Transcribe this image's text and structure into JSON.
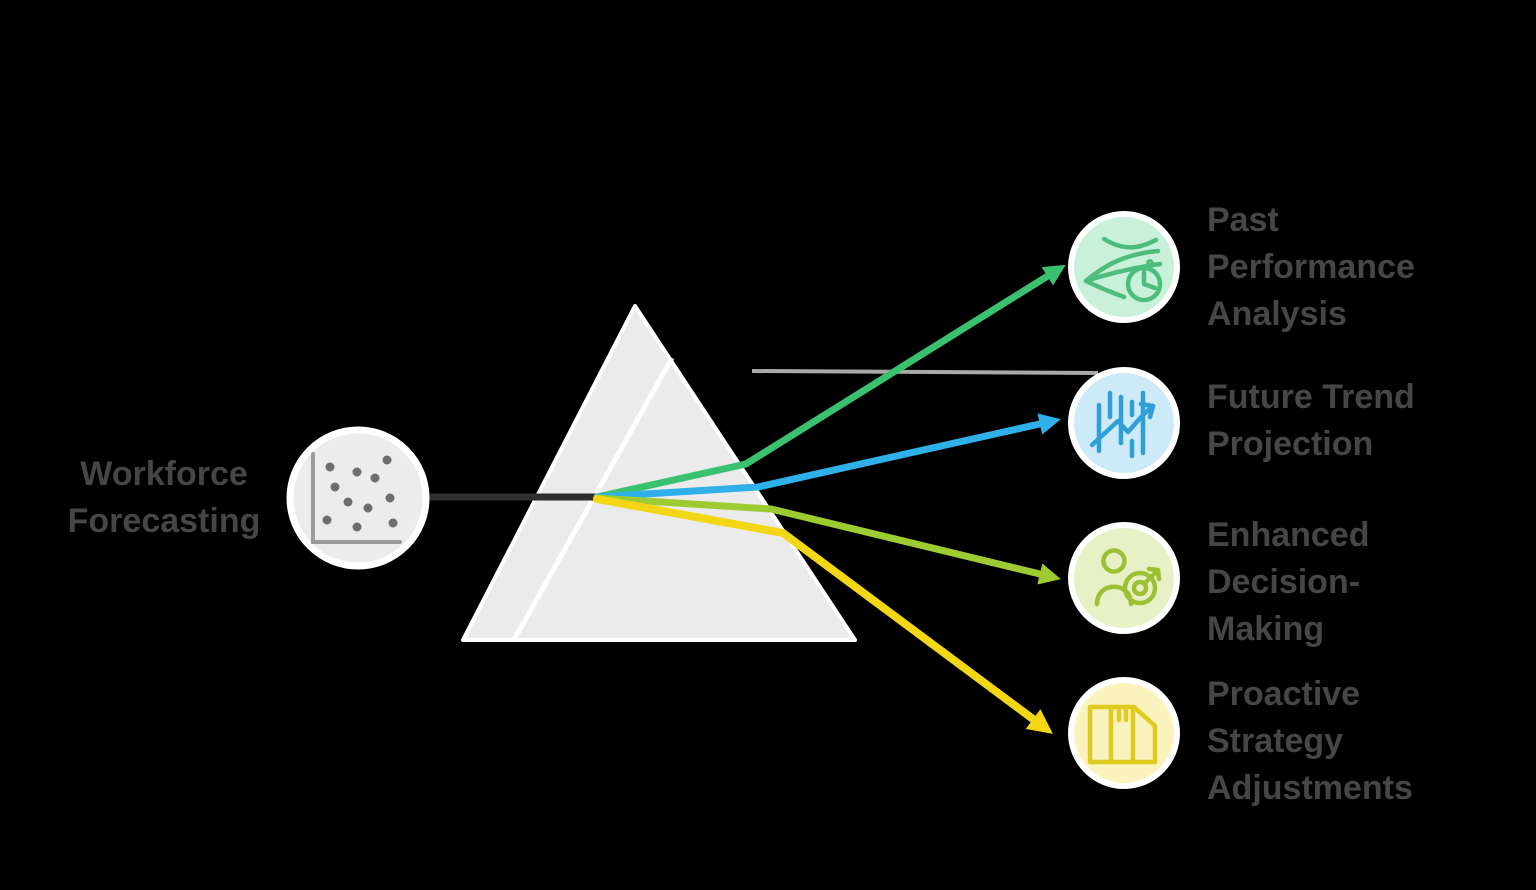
{
  "diagram_type": "prism-split-diagram",
  "colors": {
    "background": "#000000",
    "text": "#464646",
    "ring": "#ffffff"
  },
  "input": {
    "label_lines": [
      "Workforce",
      "Forecasting"
    ],
    "icon": "scatter-plot-icon",
    "beam_color": "#2e2e2e",
    "circle_fill": "#ececec",
    "axis_color": "#9a9a9a",
    "dot_color": "#6e6e6e"
  },
  "prism": {
    "fill": "#ebebeb",
    "edge_color": "#ffffff"
  },
  "connector": {
    "color": "#a9a9a9"
  },
  "outputs": [
    {
      "label_lines": [
        "Past",
        "Performance",
        "Analysis"
      ],
      "beam_color": "#3ac170",
      "circle_fill": "#c9f0d9",
      "icon_color": "#4dbd7e",
      "icon": "flow-history-clock-icon"
    },
    {
      "label_lines": [
        "Future Trend",
        "Projection"
      ],
      "beam_color": "#2fb0e8",
      "circle_fill": "#cdeaf8",
      "icon_color": "#2f9fd8",
      "icon": "trend-chart-arrow-icon"
    },
    {
      "label_lines": [
        "Enhanced",
        "Decision-",
        "Making"
      ],
      "beam_color": "#9ecb32",
      "circle_fill": "#e6f2c6",
      "icon_color": "#9cc033",
      "icon": "person-target-icon"
    },
    {
      "label_lines": [
        "Proactive",
        "Strategy",
        "Adjustments"
      ],
      "beam_color": "#f3d715",
      "circle_fill": "#faf3bd",
      "icon_color": "#dfca1f",
      "icon": "strategy-panels-icon"
    }
  ]
}
